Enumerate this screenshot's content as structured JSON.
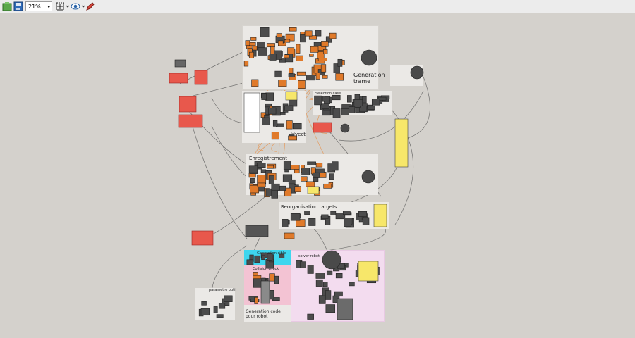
{
  "toolbar": {
    "zoom_value": "21%",
    "icons": [
      "open-file-icon",
      "save-icon",
      "zoom-select-icon",
      "zoom-extents-icon",
      "preview-eye-icon",
      "sketch-pen-icon"
    ]
  },
  "groups": {
    "generation_trame": "Generation\ntrame",
    "selection_case": "Selection case",
    "klvect": "klvect",
    "enregistrement": "Enregistrement",
    "reorganisation": "Reorganisation targets",
    "generation_cible": "Generation cible",
    "collision": "Collision check",
    "solver": "solver robot",
    "parametre": "parametre outil",
    "generation_code": "Generation code\npour robot"
  },
  "colors": {
    "canvas": "#d4d1cc",
    "group_grey": "#ebe9e6",
    "group_pink": "#f3c3d3",
    "group_lilac": "#f3dcef",
    "group_cyan": "#3ed6ee",
    "component_orange": "#e07a2a",
    "component_dark": "#4c4c4c",
    "param_red": "#e8584c",
    "panel_yellow": "#f7e76a"
  }
}
